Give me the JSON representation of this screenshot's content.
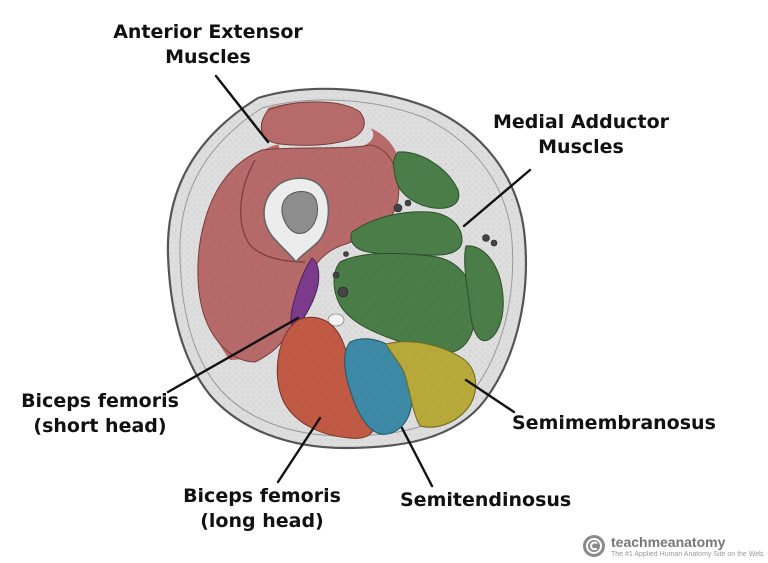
{
  "labels": {
    "anterior_extensor": [
      "Anterior Extensor",
      "Muscles"
    ],
    "medial_adductor": [
      "Medial Adductor",
      "Muscles"
    ],
    "biceps_short": [
      "Biceps femoris",
      "(short head)"
    ],
    "biceps_long": [
      "Biceps femoris",
      "(long head)"
    ],
    "semimembranosus": "Semimembranosus",
    "semitendinosus": "Semitendinosus"
  },
  "watermark": {
    "brand": "teachmeanatomy",
    "tagline": "The #1 Applied Human Anatomy Site on the Web."
  },
  "colors": {
    "anterior_extensor": "#b66a6a",
    "medial_adductor": "#4a7d48",
    "biceps_short": "#7b3a8c",
    "biceps_long": "#c05a45",
    "semitendinosus": "#3d8aa6",
    "semimembranosus": "#b7a93a",
    "femur": "#e9e9e9",
    "skin_fat": "#dcdcdc",
    "skin_outline": "#555555"
  }
}
